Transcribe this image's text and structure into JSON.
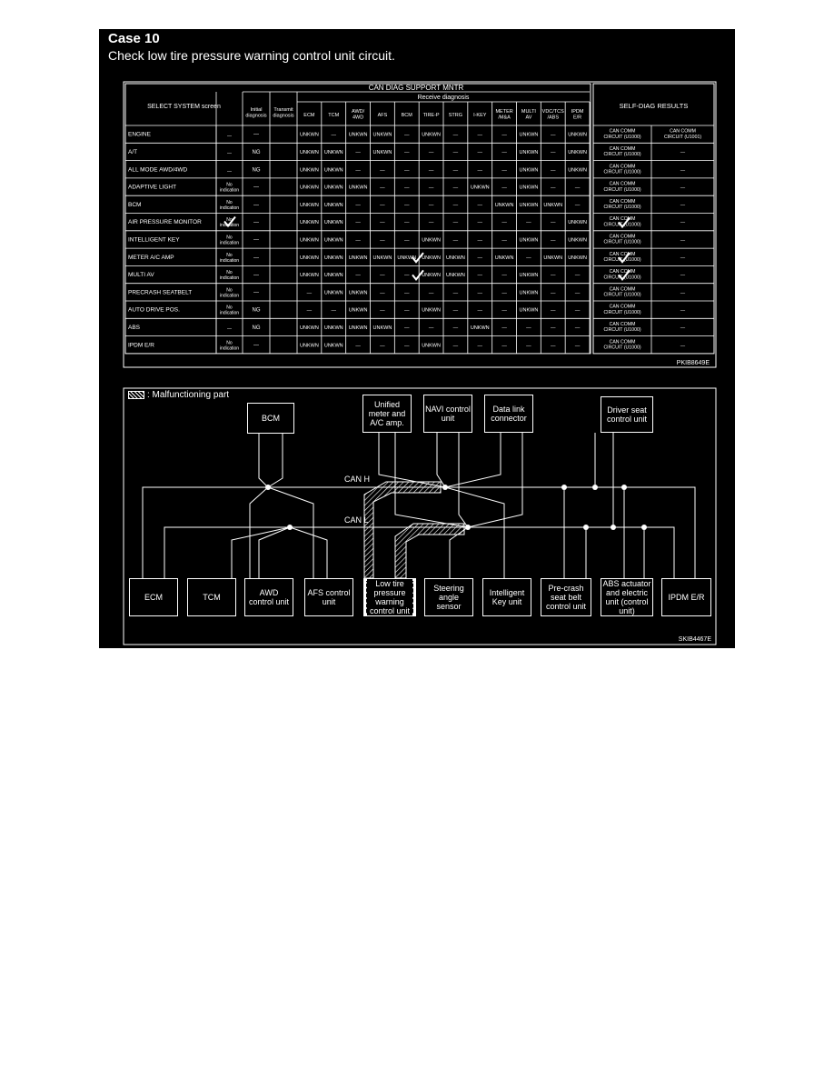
{
  "title": "Case 10",
  "subtitle": "Check low tire pressure warning control unit circuit.",
  "table": {
    "header_main": "CAN DIAG SUPPORT MNTR",
    "header_receive": "Receive diagnosis",
    "select_system": "SELECT SYSTEM screen",
    "self_diag": "SELF-DIAG RESULTS",
    "col_initial": "Initial diagnosis",
    "col_transmit": "Transmit diagnosis",
    "receive_cols": [
      "ECM",
      "TCM",
      "AWD/ 4WD",
      "AFS",
      "BCM",
      "TIRE-P",
      "STRG",
      "I-KEY",
      "METER /M&A",
      "MULTI AV",
      "VDC/TCS /ABS",
      "IPDM E/R"
    ],
    "code": "PKIB8649E",
    "rows": [
      {
        "name": "ENGINE",
        "initial": "—",
        "transmit": "—",
        "recv": [
          "UNKWN",
          "—",
          "UNKWN",
          "UNKWN",
          "—",
          "UNKWN",
          "—",
          "—",
          "—",
          "UNKWN",
          "—",
          "UNKWN",
          "UNKWN"
        ],
        "sd1": "CAN COMM CIRCUIT (U1000)",
        "sd2": "CAN COMM CIRCUIT (U1001)"
      },
      {
        "name": "A/T",
        "initial": "—",
        "transmit": "NG",
        "recv": [
          "UNKWN",
          "UNKWN",
          "—",
          "UNKWN",
          "—",
          "—",
          "—",
          "—",
          "—",
          "UNKWN",
          "—",
          "UNKWN",
          "—"
        ],
        "sd1": "CAN COMM CIRCUIT (U1000)",
        "sd2": "—"
      },
      {
        "name": "ALL MODE AWD/4WD",
        "initial": "—",
        "transmit": "NG",
        "recv": [
          "UNKWN",
          "UNKWN",
          "—",
          "—",
          "—",
          "—",
          "—",
          "—",
          "—",
          "UNKWN",
          "—",
          "UNKWN",
          "—"
        ],
        "sd1": "CAN COMM CIRCUIT (U1000)",
        "sd2": "—"
      },
      {
        "name": "ADAPTIVE LIGHT",
        "initial": "No indication",
        "transmit": "—",
        "recv": [
          "UNKWN",
          "UNKWN",
          "UNKWN",
          "—",
          "—",
          "—",
          "—",
          "UNKWN",
          "—",
          "UNKWN",
          "—",
          "—",
          "UNKWN"
        ],
        "sd1": "CAN COMM CIRCUIT (U1000)",
        "sd2": "—"
      },
      {
        "name": "BCM",
        "initial": "No indication",
        "transmit": "—",
        "recv": [
          "UNKWN",
          "UNKWN",
          "—",
          "—",
          "—",
          "—",
          "—",
          "—",
          "UNKWN",
          "UNKWN",
          "UNKWN",
          "—",
          "UNKWN"
        ],
        "sd1": "CAN COMM CIRCUIT (U1000)",
        "sd2": "—"
      },
      {
        "name": "AIR PRESSURE MONITOR",
        "initial": "No indication",
        "transmit": "—",
        "recv": [
          "UNKWN",
          "UNKWN",
          "—",
          "—",
          "—",
          "—",
          "—",
          "—",
          "—",
          "—",
          "—",
          "UNKWN",
          "—"
        ],
        "sd1": "CAN COMM CIRCUIT (U1000)",
        "sd2": "—"
      },
      {
        "name": "INTELLIGENT KEY",
        "initial": "No indication",
        "transmit": "—",
        "recv": [
          "UNKWN",
          "UNKWN",
          "—",
          "—",
          "—",
          "UNKWN",
          "—",
          "—",
          "—",
          "UNKWN",
          "—",
          "UNKWN",
          "UNKWN"
        ],
        "sd1": "CAN COMM CIRCUIT (U1000)",
        "sd2": "—"
      },
      {
        "name": "METER A/C AMP",
        "initial": "No indication",
        "transmit": "—",
        "recv": [
          "UNKWN",
          "UNKWN",
          "UNKWN",
          "UNKWN",
          "UNKWN",
          "UNKWN",
          "UNKWN",
          "—",
          "UNKWN",
          "—",
          "UNKWN",
          "UNKWN",
          "—"
        ],
        "sd1": "CAN COMM CIRCUIT (U1000)",
        "sd2": "—"
      },
      {
        "name": "MULTI AV",
        "initial": "No indication",
        "transmit": "—",
        "recv": [
          "UNKWN",
          "UNKWN",
          "—",
          "—",
          "—",
          "UNKWN",
          "UNKWN",
          "—",
          "—",
          "UNKWN",
          "—",
          "—",
          "UNKWN"
        ],
        "sd1": "CAN COMM CIRCUIT (U1000)",
        "sd2": "—"
      },
      {
        "name": "PRECRASH SEATBELT",
        "initial": "No indication",
        "transmit": "—",
        "recv": [
          "—",
          "UNKWN",
          "UNKWN",
          "—",
          "—",
          "—",
          "—",
          "—",
          "—",
          "UNKWN",
          "—",
          "—",
          "—"
        ],
        "sd1": "CAN COMM CIRCUIT (U1000)",
        "sd2": "—"
      },
      {
        "name": "AUTO DRIVE POS.",
        "initial": "No indication",
        "transmit": "NG",
        "recv": [
          "—",
          "—",
          "UNKWN",
          "—",
          "—",
          "UNKWN",
          "—",
          "—",
          "—",
          "UNKWN",
          "—",
          "—",
          "—"
        ],
        "sd1": "CAN COMM CIRCUIT (U1000)",
        "sd2": "—"
      },
      {
        "name": "ABS",
        "initial": "—",
        "transmit": "NG",
        "recv": [
          "UNKWN",
          "UNKWN",
          "UNKWN",
          "UNKWN",
          "—",
          "—",
          "—",
          "UNKWN",
          "—",
          "—",
          "—",
          "—",
          "—"
        ],
        "sd1": "CAN COMM CIRCUIT (U1000)",
        "sd2": "—"
      },
      {
        "name": "IPDM E/R",
        "initial": "No indication",
        "transmit": "—",
        "recv": [
          "UNKWN",
          "UNKWN",
          "—",
          "—",
          "—",
          "UNKWN",
          "—",
          "—",
          "—",
          "—",
          "—",
          "—",
          "—"
        ],
        "sd1": "CAN COMM CIRCUIT (U1000)",
        "sd2": "—"
      }
    ]
  },
  "diagram": {
    "legend": ": Malfunctioning part",
    "can_h": "CAN H",
    "can_l": "CAN L",
    "code": "SKIB4467E",
    "top_units": [
      "BCM",
      "Unified meter and A/C amp.",
      "NAVI control unit",
      "Data link connector",
      "Driver seat control unit"
    ],
    "bottom_units": [
      "ECM",
      "TCM",
      "AWD control unit",
      "AFS control unit",
      "Low tire pressure warning control unit",
      "Steering angle sensor",
      "Intelligent Key unit",
      "Pre-crash seat belt control unit",
      "ABS actuator and electric unit (control unit)",
      "IPDM E/R"
    ]
  }
}
